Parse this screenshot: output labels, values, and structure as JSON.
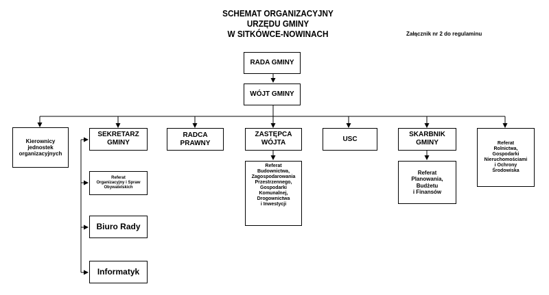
{
  "title": {
    "line1": "SCHEMAT ORGANIZACYJNY",
    "line2": "URZĘDU GMINY",
    "line3": "W SITKÓWCE-NOWINACH"
  },
  "annex": "Załącznik nr 2 do regulaminu",
  "nodes": {
    "rada": "RADA GMINY",
    "wojt": "WÓJT GMINY",
    "kierownicy": "Kierownicy\njednostek\norganizacyjnych",
    "sekretarz": "SEKRETARZ\nGMINY",
    "radca": "RADCA\nPRAWNY",
    "zastepca": "ZASTĘPCA\nWÓJTA",
    "usc": "USC",
    "skarbnik": "SKARBNIK\nGMINY",
    "referat_rolnictwa": "Referat\nRolnictwa,\nGospodarki\nNieruchomościami\ni Ochrony\nŚrodowiska",
    "referat_organizacyjny": "Referat\nOrganizacyjny i Spraw\nObywatelskich",
    "biuro_rady": "Biuro Rady",
    "informatyk": "Informatyk",
    "referat_budownictwa": "Referat\nBudownictwa,\nZagospodarowania\nPrzestrzennego,\nGospodarki\nKomunalnej,\nDrogownictwa\ni Inwestycji",
    "referat_planowania": "Referat\nPlanowania,\nBudżetu\ni Finansów"
  }
}
